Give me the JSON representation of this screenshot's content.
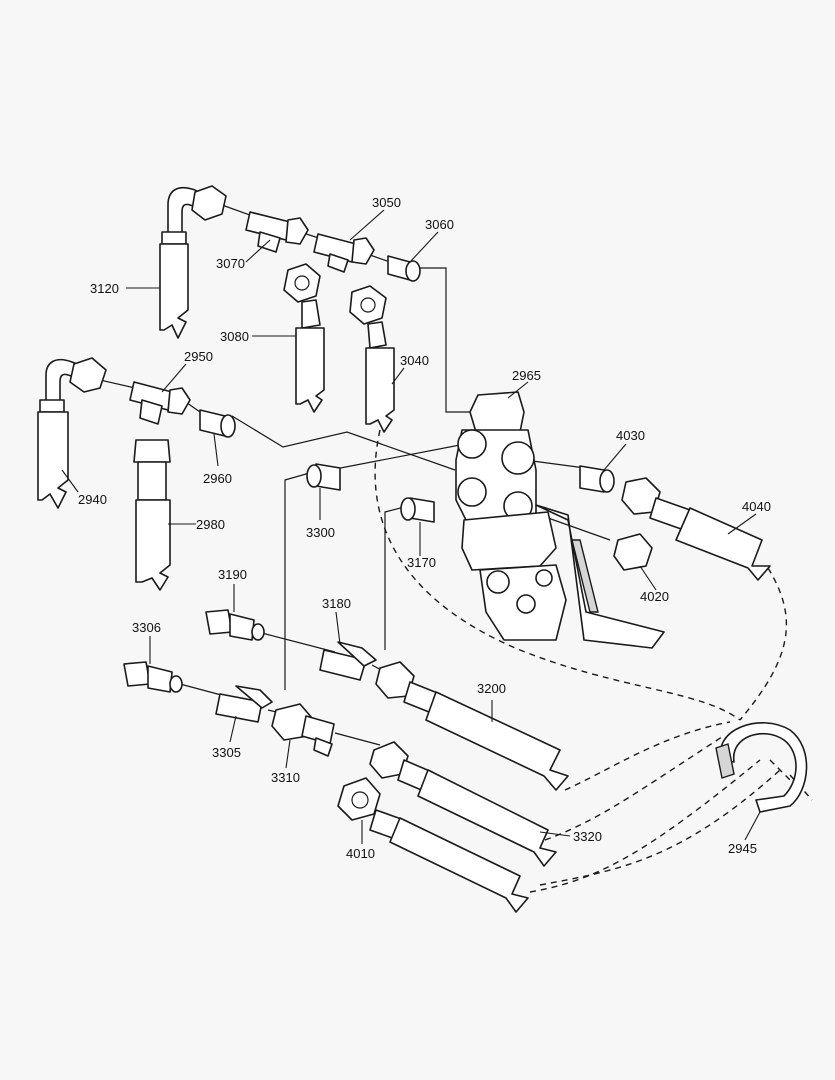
{
  "callouts": [
    {
      "id": "3120",
      "text": "3120"
    },
    {
      "id": "3070",
      "text": "3070"
    },
    {
      "id": "3050",
      "text": "3050"
    },
    {
      "id": "3060",
      "text": "3060"
    },
    {
      "id": "3080",
      "text": "3080"
    },
    {
      "id": "3040",
      "text": "3040"
    },
    {
      "id": "2950",
      "text": "2950"
    },
    {
      "id": "2965",
      "text": "2965"
    },
    {
      "id": "2940",
      "text": "2940"
    },
    {
      "id": "2960",
      "text": "2960"
    },
    {
      "id": "2980",
      "text": "2980"
    },
    {
      "id": "4030",
      "text": "4030"
    },
    {
      "id": "4040",
      "text": "4040"
    },
    {
      "id": "3300",
      "text": "3300"
    },
    {
      "id": "3170",
      "text": "3170"
    },
    {
      "id": "4020",
      "text": "4020"
    },
    {
      "id": "3190",
      "text": "3190"
    },
    {
      "id": "3180",
      "text": "3180"
    },
    {
      "id": "3306",
      "text": "3306"
    },
    {
      "id": "3200",
      "text": "3200"
    },
    {
      "id": "3305",
      "text": "3305"
    },
    {
      "id": "3310",
      "text": "3310"
    },
    {
      "id": "3320",
      "text": "3320"
    },
    {
      "id": "4010",
      "text": "4010"
    },
    {
      "id": "2945",
      "text": "2945"
    }
  ]
}
